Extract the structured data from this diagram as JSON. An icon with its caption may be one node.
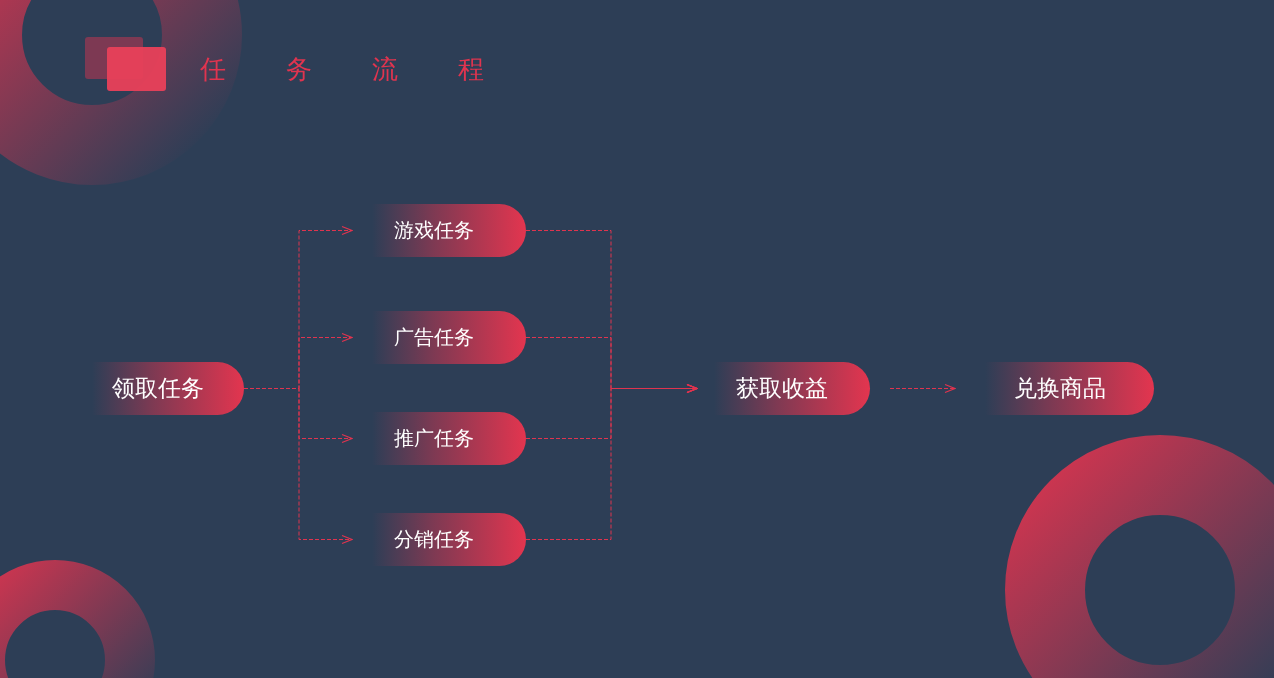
{
  "diagram": {
    "title": "任务流程",
    "nodes": [
      {
        "text": [
          "领取任务"
        ]
      },
      {
        "text": [
          "游戏任务"
        ]
      },
      {
        "text": [
          "广告任务"
        ]
      },
      {
        "text": [
          "推广任务"
        ]
      },
      {
        "text": [
          "分销任务"
        ]
      },
      {
        "text": [
          "获取收益"
        ]
      },
      {
        "text": [
          "兑换商品"
        ]
      }
    ],
    "edges": [
      {
        "from": 0,
        "to": 1,
        "arrow": "to",
        "style": "dashed"
      },
      {
        "from": 0,
        "to": 2,
        "arrow": "to",
        "style": "dashed"
      },
      {
        "from": 0,
        "to": 3,
        "arrow": "to",
        "style": "dashed"
      },
      {
        "from": 0,
        "to": 4,
        "arrow": "to",
        "style": "dashed"
      },
      {
        "from": 1,
        "to": 5,
        "arrow": "to",
        "style": "dashed"
      },
      {
        "from": 2,
        "to": 5,
        "arrow": "to",
        "style": "dashed"
      },
      {
        "from": 3,
        "to": 5,
        "arrow": "to",
        "style": "dashed"
      },
      {
        "from": 4,
        "to": 5,
        "arrow": "to",
        "style": "dashed"
      },
      {
        "from": 5,
        "to": 6,
        "arrow": "to",
        "style": "dashed"
      }
    ]
  }
}
